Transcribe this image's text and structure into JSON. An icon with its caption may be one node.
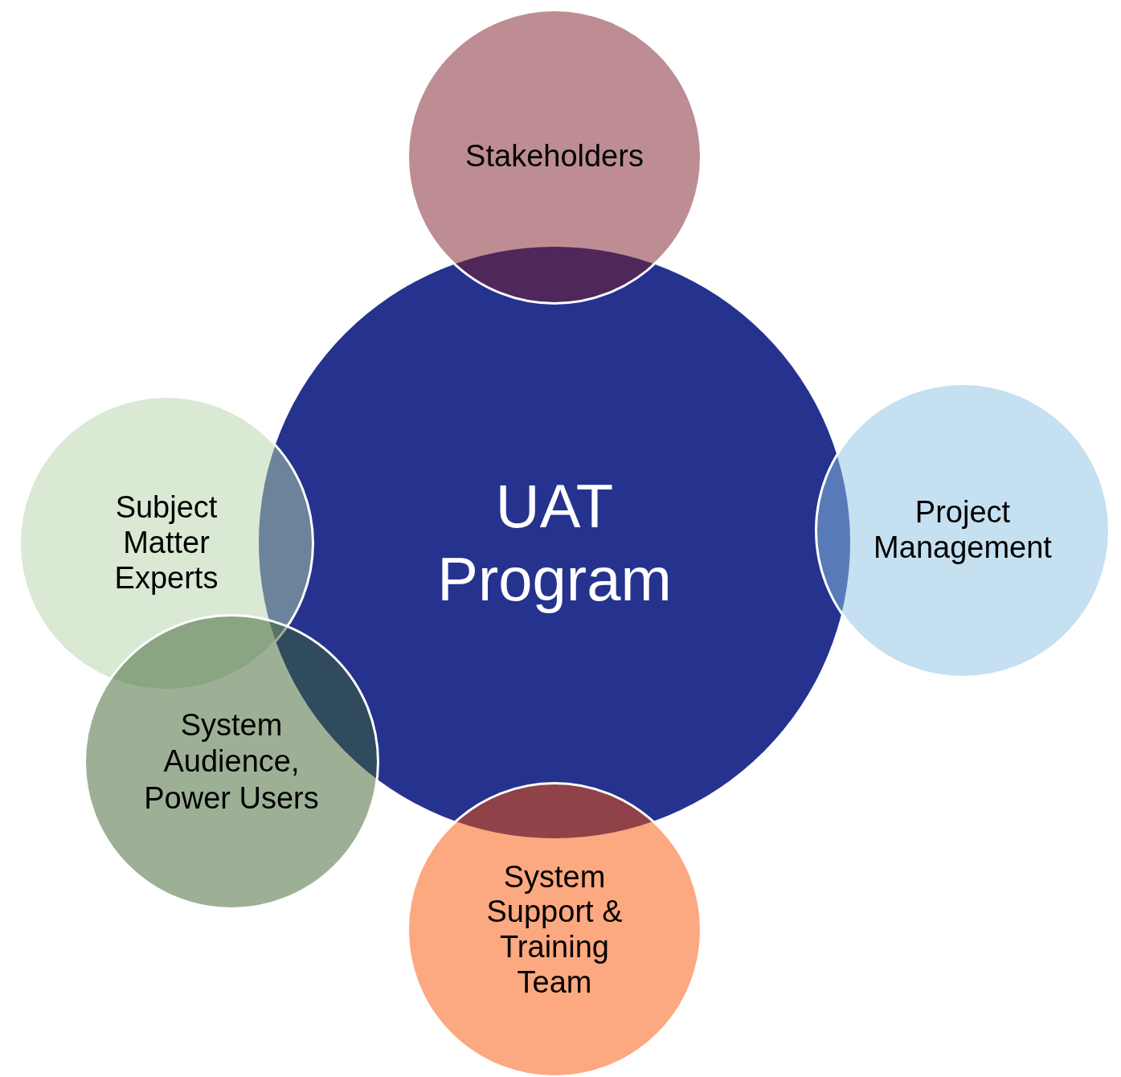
{
  "diagram": {
    "nodes": [
      {
        "text": [
          "UAT Program"
        ]
      },
      {
        "text": [
          "Stakeholders"
        ]
      },
      {
        "text": [
          "Project Management"
        ]
      },
      {
        "text": [
          "System Support & Training Team"
        ]
      },
      {
        "text": [
          "System Audience, Power Users"
        ]
      },
      {
        "text": [
          "Subject Matter Experts"
        ]
      }
    ],
    "edges": []
  }
}
